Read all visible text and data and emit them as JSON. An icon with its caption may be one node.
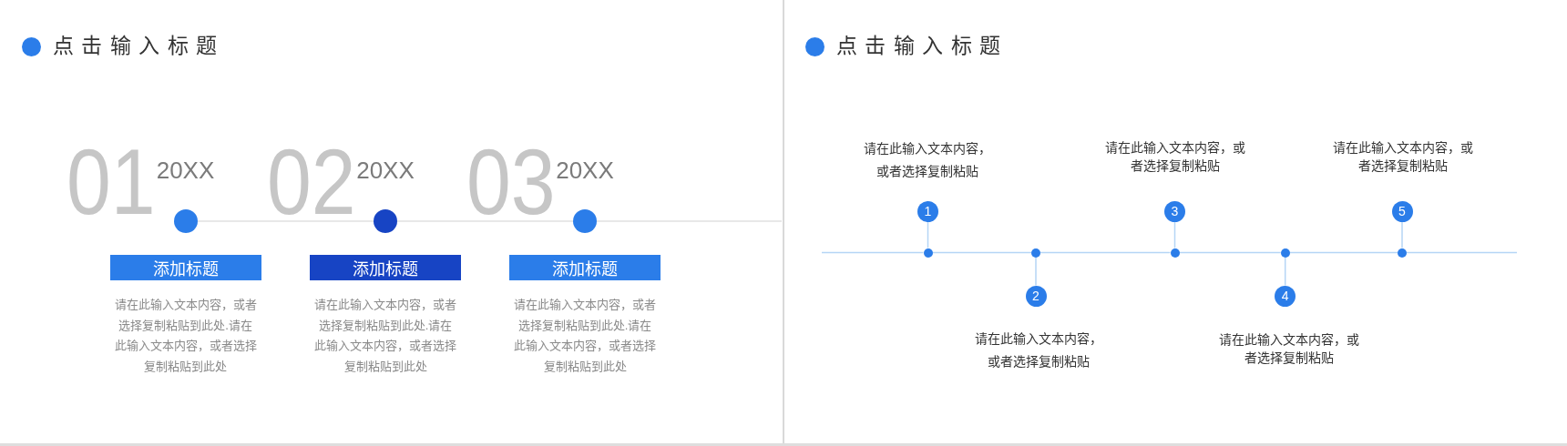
{
  "diagram": {
    "title": "点击输入标题",
    "nodes": [
      {
        "text": [],
        "shape": "circle",
        "beside": [
          "20XX"
        ]
      },
      {
        "text": [
          "添加标题"
        ],
        "beside": [
          "请在此输入文本内容，或者选择复制粘贴到此处.请在此输入文本内容，或者选择复制粘贴到此处"
        ]
      },
      {
        "text": [],
        "shape": "circle",
        "beside": [
          "20XX"
        ]
      },
      {
        "text": [
          "添加标题"
        ],
        "beside": [
          "请在此输入文本内容，或者选择复制粘贴到此处.请在此输入文本内容，或者选择复制粘贴到此处"
        ]
      },
      {
        "text": [],
        "shape": "circle",
        "beside": [
          "20XX"
        ]
      },
      {
        "text": [
          "添加标题"
        ],
        "beside": [
          "请在此输入文本内容，或者选择复制粘贴到此处.请在此输入文本内容，或者选择复制粘贴到此处"
        ]
      },
      {
        "text": [
          "1"
        ],
        "beside": [
          "请在此输入文本内容，或者选择复制粘贴"
        ]
      },
      {
        "text": [],
        "shape": "circle"
      },
      {
        "text": [],
        "shape": "circle"
      },
      {
        "text": [
          "2"
        ],
        "beside": [
          "请在此输入文本内容，或者选择复制粘贴"
        ]
      },
      {
        "text": [
          "3"
        ],
        "beside": [
          "请在此输入文本内容，或者选择复制粘贴"
        ]
      },
      {
        "text": [],
        "shape": "circle"
      },
      {
        "text": [],
        "shape": "circle"
      },
      {
        "text": [
          "4"
        ],
        "beside": [
          "请在此输入文本内容，或者选择复制粘贴"
        ]
      },
      {
        "text": [
          "5"
        ],
        "beside": [
          "请在此输入文本内容，或者选择复制粘贴"
        ]
      },
      {
        "text": [],
        "shape": "circle"
      }
    ],
    "edges": [
      {
        "from": 0,
        "to": 2,
        "arrow": "none",
        "color": "#e8e8e8"
      },
      {
        "from": 2,
        "to": 4,
        "arrow": "none",
        "color": "#e8e8e8"
      },
      {
        "from": 4,
        "to": null,
        "arrow": "none",
        "color": "#e8e8e8"
      },
      {
        "from": null,
        "to": 7,
        "arrow": "none"
      },
      {
        "from": 7,
        "to": 8,
        "arrow": "none"
      },
      {
        "from": 8,
        "to": 11,
        "arrow": "none"
      },
      {
        "from": 11,
        "to": 12,
        "arrow": "none"
      },
      {
        "from": 12,
        "to": 15,
        "arrow": "none"
      },
      {
        "from": 15,
        "to": null,
        "arrow": "none"
      },
      {
        "from": 6,
        "to": 7,
        "arrow": "none"
      },
      {
        "from": 9,
        "to": 8,
        "arrow": "none"
      },
      {
        "from": 10,
        "to": 11,
        "arrow": "none"
      },
      {
        "from": 13,
        "to": 12,
        "arrow": "none"
      },
      {
        "from": 14,
        "to": 15,
        "arrow": "none"
      }
    ],
    "labels": [
      "01",
      "02",
      "03",
      "点击输入标题"
    ]
  }
}
